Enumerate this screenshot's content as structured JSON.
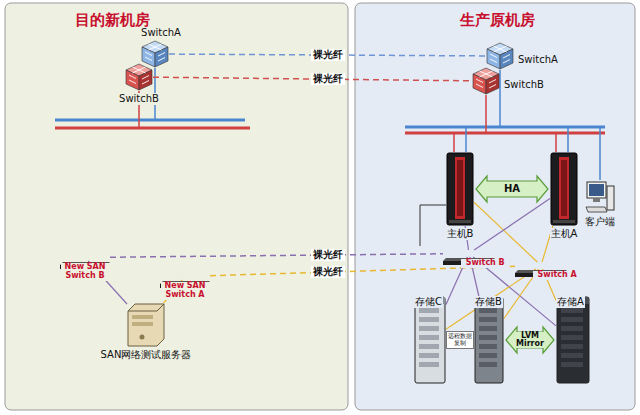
{
  "diagram": {
    "nodes": [
      {
        "text": [
          "目的新机房"
        ]
      },
      {
        "text": [
          "SwitchA"
        ],
        "in": 0
      },
      {
        "text": [
          "SwitchB"
        ],
        "in": 0
      },
      {
        "text": [
          "New SAN Switch B"
        ],
        "in": 0
      },
      {
        "text": [
          "New SAN Switch A"
        ],
        "in": 0
      },
      {
        "text": [
          "SAN网络测试服务器"
        ],
        "in": 0
      },
      {
        "text": [
          "生产原机房"
        ]
      },
      {
        "text": [
          "SwitchA"
        ],
        "in": 6
      },
      {
        "text": [
          "SwitchB"
        ],
        "in": 6
      },
      {
        "text": [
          "主机B"
        ],
        "in": 6
      },
      {
        "text": [
          "主机A"
        ],
        "in": 6
      },
      {
        "text": [
          "客户端"
        ],
        "in": 6
      },
      {
        "text": [
          "Switch B"
        ],
        "in": 6
      },
      {
        "text": [
          "Switch A"
        ],
        "in": 6
      },
      {
        "text": [
          "存储C"
        ],
        "in": 6
      },
      {
        "text": [
          "存储B"
        ],
        "in": 6
      },
      {
        "text": [
          "存储A"
        ],
        "in": 6
      }
    ],
    "edges": [
      {
        "from": 1,
        "to": 7,
        "label": "裸光纤",
        "arrow": "none"
      },
      {
        "from": 2,
        "to": 8,
        "label": "裸光纤",
        "arrow": "none"
      },
      {
        "from": 3,
        "to": 12,
        "label": "裸光纤",
        "arrow": "none"
      },
      {
        "from": 4,
        "to": 13,
        "label": "裸光纤",
        "arrow": "none"
      },
      {
        "from": 5,
        "to": 3,
        "arrow": "none"
      },
      {
        "from": 5,
        "to": 4,
        "arrow": "none"
      },
      {
        "from": 9,
        "to": 10,
        "label": "HA",
        "arrow": "both"
      },
      {
        "from": 9,
        "to": 12,
        "arrow": "none"
      },
      {
        "from": 9,
        "to": 13,
        "arrow": "none"
      },
      {
        "from": 10,
        "to": 12,
        "arrow": "none"
      },
      {
        "from": 10,
        "to": 13,
        "arrow": "none"
      },
      {
        "from": 12,
        "to": 14,
        "arrow": "none"
      },
      {
        "from": 12,
        "to": 15,
        "arrow": "none"
      },
      {
        "from": 12,
        "to": 16,
        "arrow": "none"
      },
      {
        "from": 13,
        "to": 14,
        "arrow": "none"
      },
      {
        "from": 13,
        "to": 15,
        "arrow": "none"
      },
      {
        "from": 13,
        "to": 16,
        "arrow": "none"
      },
      {
        "from": 14,
        "to": 15,
        "label": "远程数据复制",
        "arrow": "none"
      },
      {
        "from": 15,
        "to": 16,
        "label": "LVM Mirror",
        "arrow": "both"
      }
    ]
  }
}
